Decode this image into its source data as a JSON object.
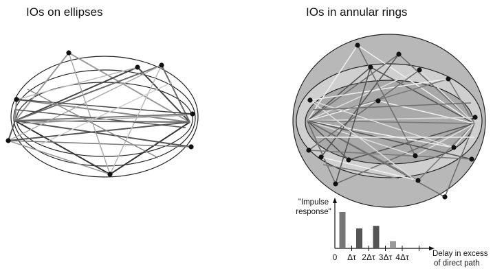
{
  "left_panel": {
    "title": "IOs on ellipses"
  },
  "right_panel": {
    "title": "IOs in annular rings"
  },
  "impulse_chart": {
    "ylabel_line1": "\"Impulse",
    "ylabel_line2": "response\"",
    "xlabel_line1": "Delay in excess",
    "xlabel_line2": "of direct path",
    "tick_labels": [
      "0",
      "Δτ",
      "2Δτ",
      "3Δτ",
      "4Δτ"
    ],
    "bar_values": [
      1.0,
      0.55,
      0.62,
      0.2
    ],
    "bar_colors": [
      "#777777",
      "#555555",
      "#555555",
      "#9a9a9a"
    ]
  },
  "colors": {
    "ring_outer": "#b8b8b8",
    "ring_middle": "#cfcfcf",
    "ring_inner": "#a9a9a9",
    "dot": "#111111"
  }
}
